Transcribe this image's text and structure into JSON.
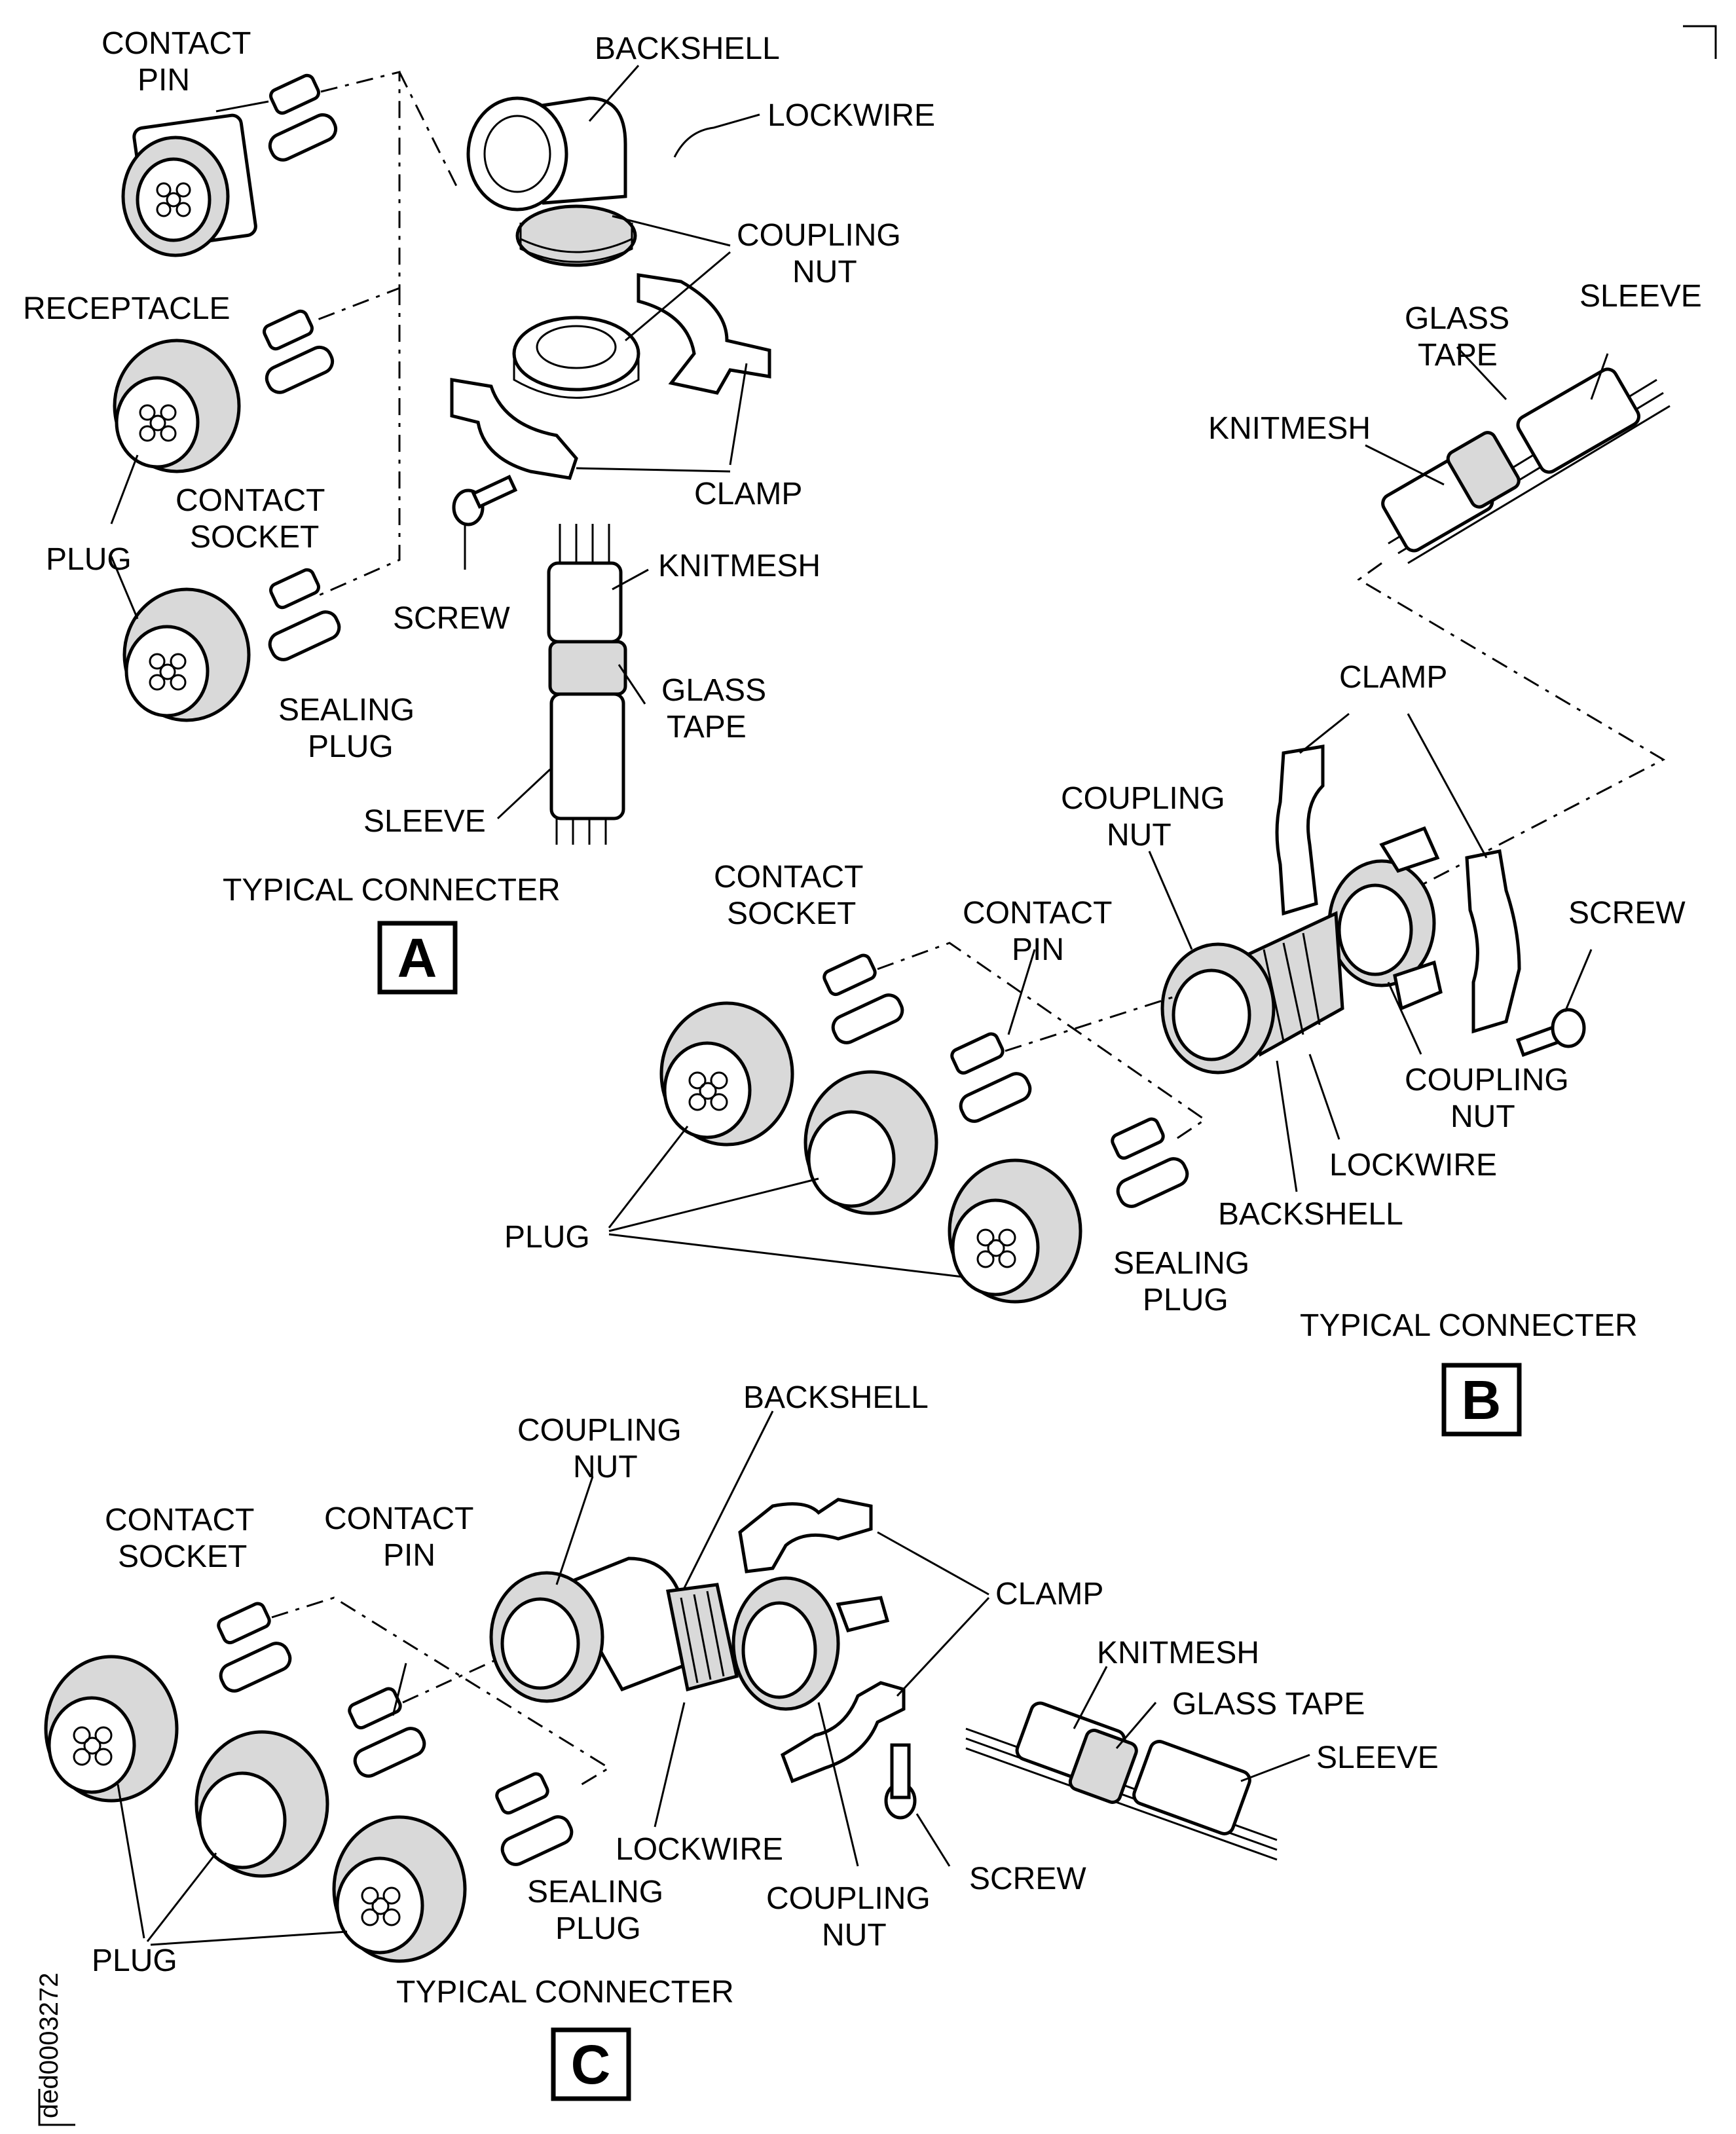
{
  "figure_id": "ded0003272",
  "views": {
    "a": {
      "letter": "A",
      "caption": "TYPICAL CONNECTER",
      "labels": {
        "contact_pin_1": "CONTACT",
        "contact_pin_2": "PIN",
        "receptacle": "RECEPTACLE",
        "plug": "PLUG",
        "contact_socket_1": "CONTACT",
        "contact_socket_2": "SOCKET",
        "sealing_plug_1": "SEALING",
        "sealing_plug_2": "PLUG",
        "backshell": "BACKSHELL",
        "lockwire": "LOCKWIRE",
        "coupling_nut_1": "COUPLING",
        "coupling_nut_2": "NUT",
        "clamp": "CLAMP",
        "screw": "SCREW",
        "knitmesh": "KNITMESH",
        "glass_tape_1": "GLASS",
        "glass_tape_2": "TAPE",
        "sleeve": "SLEEVE"
      }
    },
    "b": {
      "letter": "B",
      "caption": "TYPICAL CONNECTER",
      "labels": {
        "glass_tape_1": "GLASS",
        "glass_tape_2": "TAPE",
        "sleeve": "SLEEVE",
        "knitmesh": "KNITMESH",
        "clamp": "CLAMP",
        "coupling_nut_top_1": "COUPLING",
        "coupling_nut_top_2": "NUT",
        "contact_socket_1": "CONTACT",
        "contact_socket_2": "SOCKET",
        "contact_pin_1": "CONTACT",
        "contact_pin_2": "PIN",
        "screw": "SCREW",
        "coupling_nut_1": "COUPLING",
        "coupling_nut_2": "NUT",
        "lockwire": "LOCKWIRE",
        "backshell": "BACKSHELL",
        "plug": "PLUG",
        "sealing_plug_1": "SEALING",
        "sealing_plug_2": "PLUG"
      }
    },
    "c": {
      "letter": "C",
      "caption": "TYPICAL CONNECTER",
      "labels": {
        "backshell": "BACKSHELL",
        "coupling_nut_top_1": "COUPLING",
        "coupling_nut_top_2": "NUT",
        "contact_socket_1": "CONTACT",
        "contact_socket_2": "SOCKET",
        "contact_pin_1": "CONTACT",
        "contact_pin_2": "PIN",
        "clamp": "CLAMP",
        "knitmesh": "KNITMESH",
        "glass_tape": "GLASS TAPE",
        "sleeve": "SLEEVE",
        "lockwire": "LOCKWIRE",
        "screw": "SCREW",
        "sealing_plug_1": "SEALING",
        "sealing_plug_2": "PLUG",
        "coupling_nut_1": "COUPLING",
        "coupling_nut_2": "NUT",
        "plug": "PLUG"
      }
    }
  }
}
